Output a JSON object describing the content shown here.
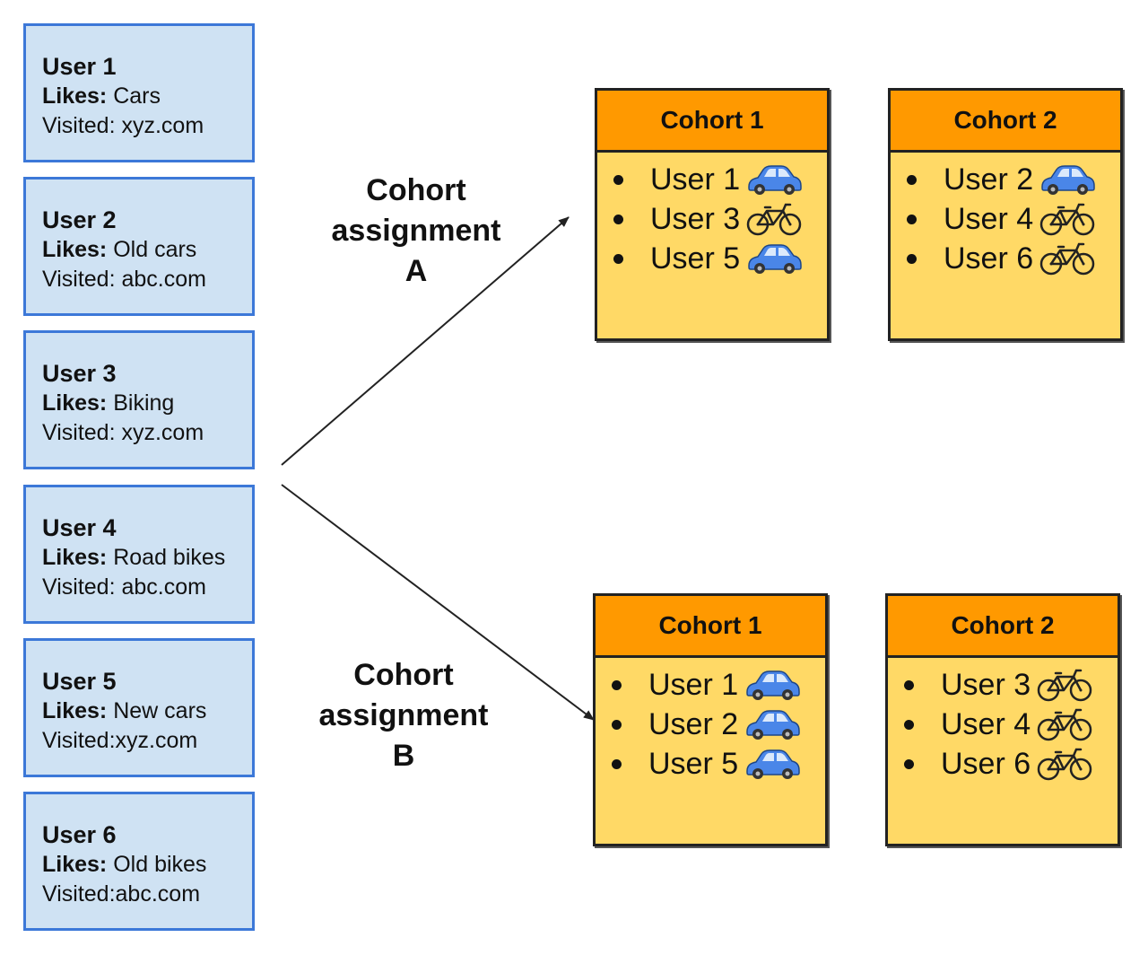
{
  "users": [
    {
      "name": "User 1",
      "likes_label": "Likes:",
      "likes": "Cars",
      "visited": "Visited: xyz.com"
    },
    {
      "name": "User 2",
      "likes_label": "Likes:",
      "likes": "Old cars",
      "visited": "Visited: abc.com"
    },
    {
      "name": "User 3",
      "likes_label": "Likes:",
      "likes": "Biking",
      "visited": "Visited: xyz.com"
    },
    {
      "name": "User 4",
      "likes_label": "Likes:",
      "likes": "Road bikes",
      "visited": "Visited: abc.com"
    },
    {
      "name": "User 5",
      "likes_label": "Likes:",
      "likes": "New cars",
      "visited": "Visited:xyz.com"
    },
    {
      "name": "User 6",
      "likes_label": "Likes:",
      "likes": "Old bikes",
      "visited": "Visited:abc.com"
    }
  ],
  "assignments": [
    {
      "label_line1": "Cohort",
      "label_line2": "assignment",
      "label_line3": "A",
      "cohorts": [
        {
          "title": "Cohort 1",
          "members": [
            {
              "name": "User 1",
              "icon": "car-icon"
            },
            {
              "name": "User 3",
              "icon": "bike-icon"
            },
            {
              "name": "User 5",
              "icon": "car-icon"
            }
          ]
        },
        {
          "title": "Cohort 2",
          "members": [
            {
              "name": "User 2",
              "icon": "car-icon"
            },
            {
              "name": "User 4",
              "icon": "bike-icon"
            },
            {
              "name": "User 6",
              "icon": "bike-icon"
            }
          ]
        }
      ]
    },
    {
      "label_line1": "Cohort",
      "label_line2": "assignment",
      "label_line3": "B",
      "cohorts": [
        {
          "title": "Cohort 1",
          "members": [
            {
              "name": "User 1",
              "icon": "car-icon"
            },
            {
              "name": "User 2",
              "icon": "car-icon"
            },
            {
              "name": "User 5",
              "icon": "car-icon"
            }
          ]
        },
        {
          "title": "Cohort 2",
          "members": [
            {
              "name": "User 3",
              "icon": "bike-icon"
            },
            {
              "name": "User 4",
              "icon": "bike-icon"
            },
            {
              "name": "User 6",
              "icon": "bike-icon"
            }
          ]
        }
      ]
    }
  ],
  "colors": {
    "user_card_fill": "#cfe2f3",
    "user_card_border": "#3c78d8",
    "cohort_header": "#ff9900",
    "cohort_body": "#ffd966",
    "car": "#4a86e8"
  }
}
